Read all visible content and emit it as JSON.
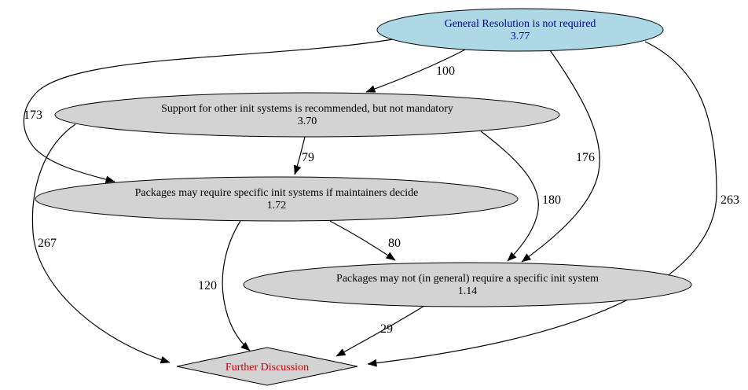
{
  "graph": {
    "background": "#ffffff",
    "stroke_color": "#000000",
    "nodes": {
      "gr": {
        "label": "General Resolution is not required",
        "score": "3.77",
        "shape": "ellipse",
        "fill": "#add8e6",
        "text_color": "#00008b"
      },
      "support": {
        "label": "Support for other init systems is recommended, but not mandatory",
        "score": "3.70",
        "shape": "ellipse",
        "fill": "#d3d3d3",
        "text_color": "#000000"
      },
      "require": {
        "label": "Packages may require specific init systems if maintainers decide",
        "score": "1.72",
        "shape": "ellipse",
        "fill": "#d3d3d3",
        "text_color": "#000000"
      },
      "notrequire": {
        "label": "Packages may not (in general) require a specific init system",
        "score": "1.14",
        "shape": "ellipse",
        "fill": "#d3d3d3",
        "text_color": "#000000"
      },
      "fd": {
        "label": "Further Discussion",
        "shape": "diamond",
        "fill": "#d3d3d3",
        "text_color": "#cc0000"
      }
    },
    "edges": [
      {
        "from": "gr",
        "to": "support",
        "label": "100"
      },
      {
        "from": "gr",
        "to": "require",
        "label": "173"
      },
      {
        "from": "gr",
        "to": "notrequire",
        "label": "176"
      },
      {
        "from": "gr",
        "to": "fd",
        "label": "263"
      },
      {
        "from": "support",
        "to": "require",
        "label": "79"
      },
      {
        "from": "support",
        "to": "notrequire",
        "label": "180"
      },
      {
        "from": "support",
        "to": "fd",
        "label": "267"
      },
      {
        "from": "require",
        "to": "notrequire",
        "label": "80"
      },
      {
        "from": "require",
        "to": "fd",
        "label": "120"
      },
      {
        "from": "notrequire",
        "to": "fd",
        "label": "29"
      }
    ]
  }
}
